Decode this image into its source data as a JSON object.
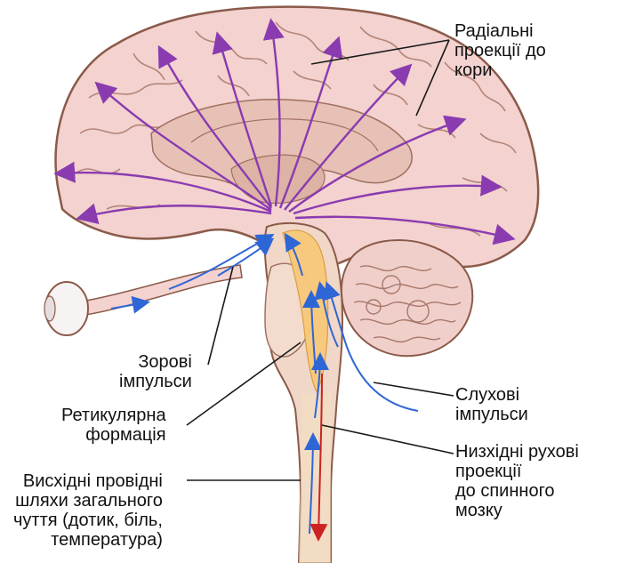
{
  "labels": {
    "radial_projections": [
      "Радіальні",
      "проекції до",
      "кори"
    ],
    "visual_impulses": [
      "Зорові",
      "імпульси"
    ],
    "reticular_formation": [
      "Ретикулярна",
      "формація"
    ],
    "ascending_pathways": [
      "Висхідні провідні",
      "шляхи загального",
      "чуття (дотик, біль,",
      "температура)"
    ],
    "auditory_impulses": [
      "Слухові",
      "імпульси"
    ],
    "descending_motor": [
      "Низхідні рухові",
      "проекції",
      "до спинного",
      "мозку"
    ]
  },
  "colors": {
    "brain_fill": "#f3d2cf",
    "brain_outline": "#8b5a4a",
    "inner_fill": "#e7c1b6",
    "cerebellum_fill": "#f0cfcb",
    "brainstem_fill": "#f1d7c7",
    "spinal_cord_fill": "#f4dfc0",
    "reticular_fill": "#f8c97a",
    "purple_arrows": "#8a3bb0",
    "blue_arrows": "#2f66d6",
    "red_arrow": "#cc2222",
    "leader_lines": "#1a1a1a"
  }
}
